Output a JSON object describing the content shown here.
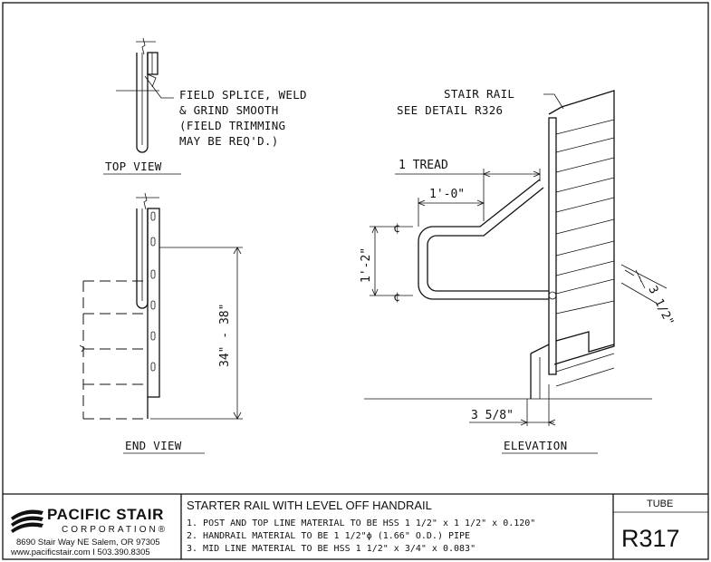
{
  "views": {
    "top_view": "TOP VIEW",
    "end_view": "END VIEW",
    "elevation": "ELEVATION"
  },
  "callouts": {
    "splice_line1": "FIELD SPLICE, WELD",
    "splice_line2": "& GRIND SMOOTH",
    "splice_line3": "(FIELD TRIMMING",
    "splice_line4": "MAY BE REQ'D.)",
    "stair_rail_line1": "STAIR RAIL",
    "stair_rail_line2": "SEE DETAIL R326"
  },
  "dimensions": {
    "tread": "1 TREAD",
    "one_foot": "1'-0\"",
    "height_range": "34\" - 38\"",
    "one_foot_two": "1'-2\"",
    "three_half": "3 1/2\"",
    "three_five_eighths": "3 5/8\"",
    "centerline_symbol": "¢"
  },
  "title_block": {
    "company": "PACIFIC STAIR",
    "corporation": "CORPORATION®",
    "address": "8690 Stair Way NE Salem, OR 97305",
    "contact": "www.pacificstair.com  I  503.390.8305",
    "title": "STARTER RAIL WITH LEVEL OFF HANDRAIL",
    "notes": [
      "1. POST AND TOP LINE MATERIAL TO BE HSS 1 1/2\" x 1 1/2\" x 0.120\"",
      "2. HANDRAIL MATERIAL TO BE 1 1/2\"ϕ (1.66\" O.D.) PIPE",
      "3. MID LINE MATERIAL TO BE HSS 1 1/2\" x 3/4\" x 0.083\""
    ],
    "type": "TUBE",
    "detail": "R317"
  }
}
